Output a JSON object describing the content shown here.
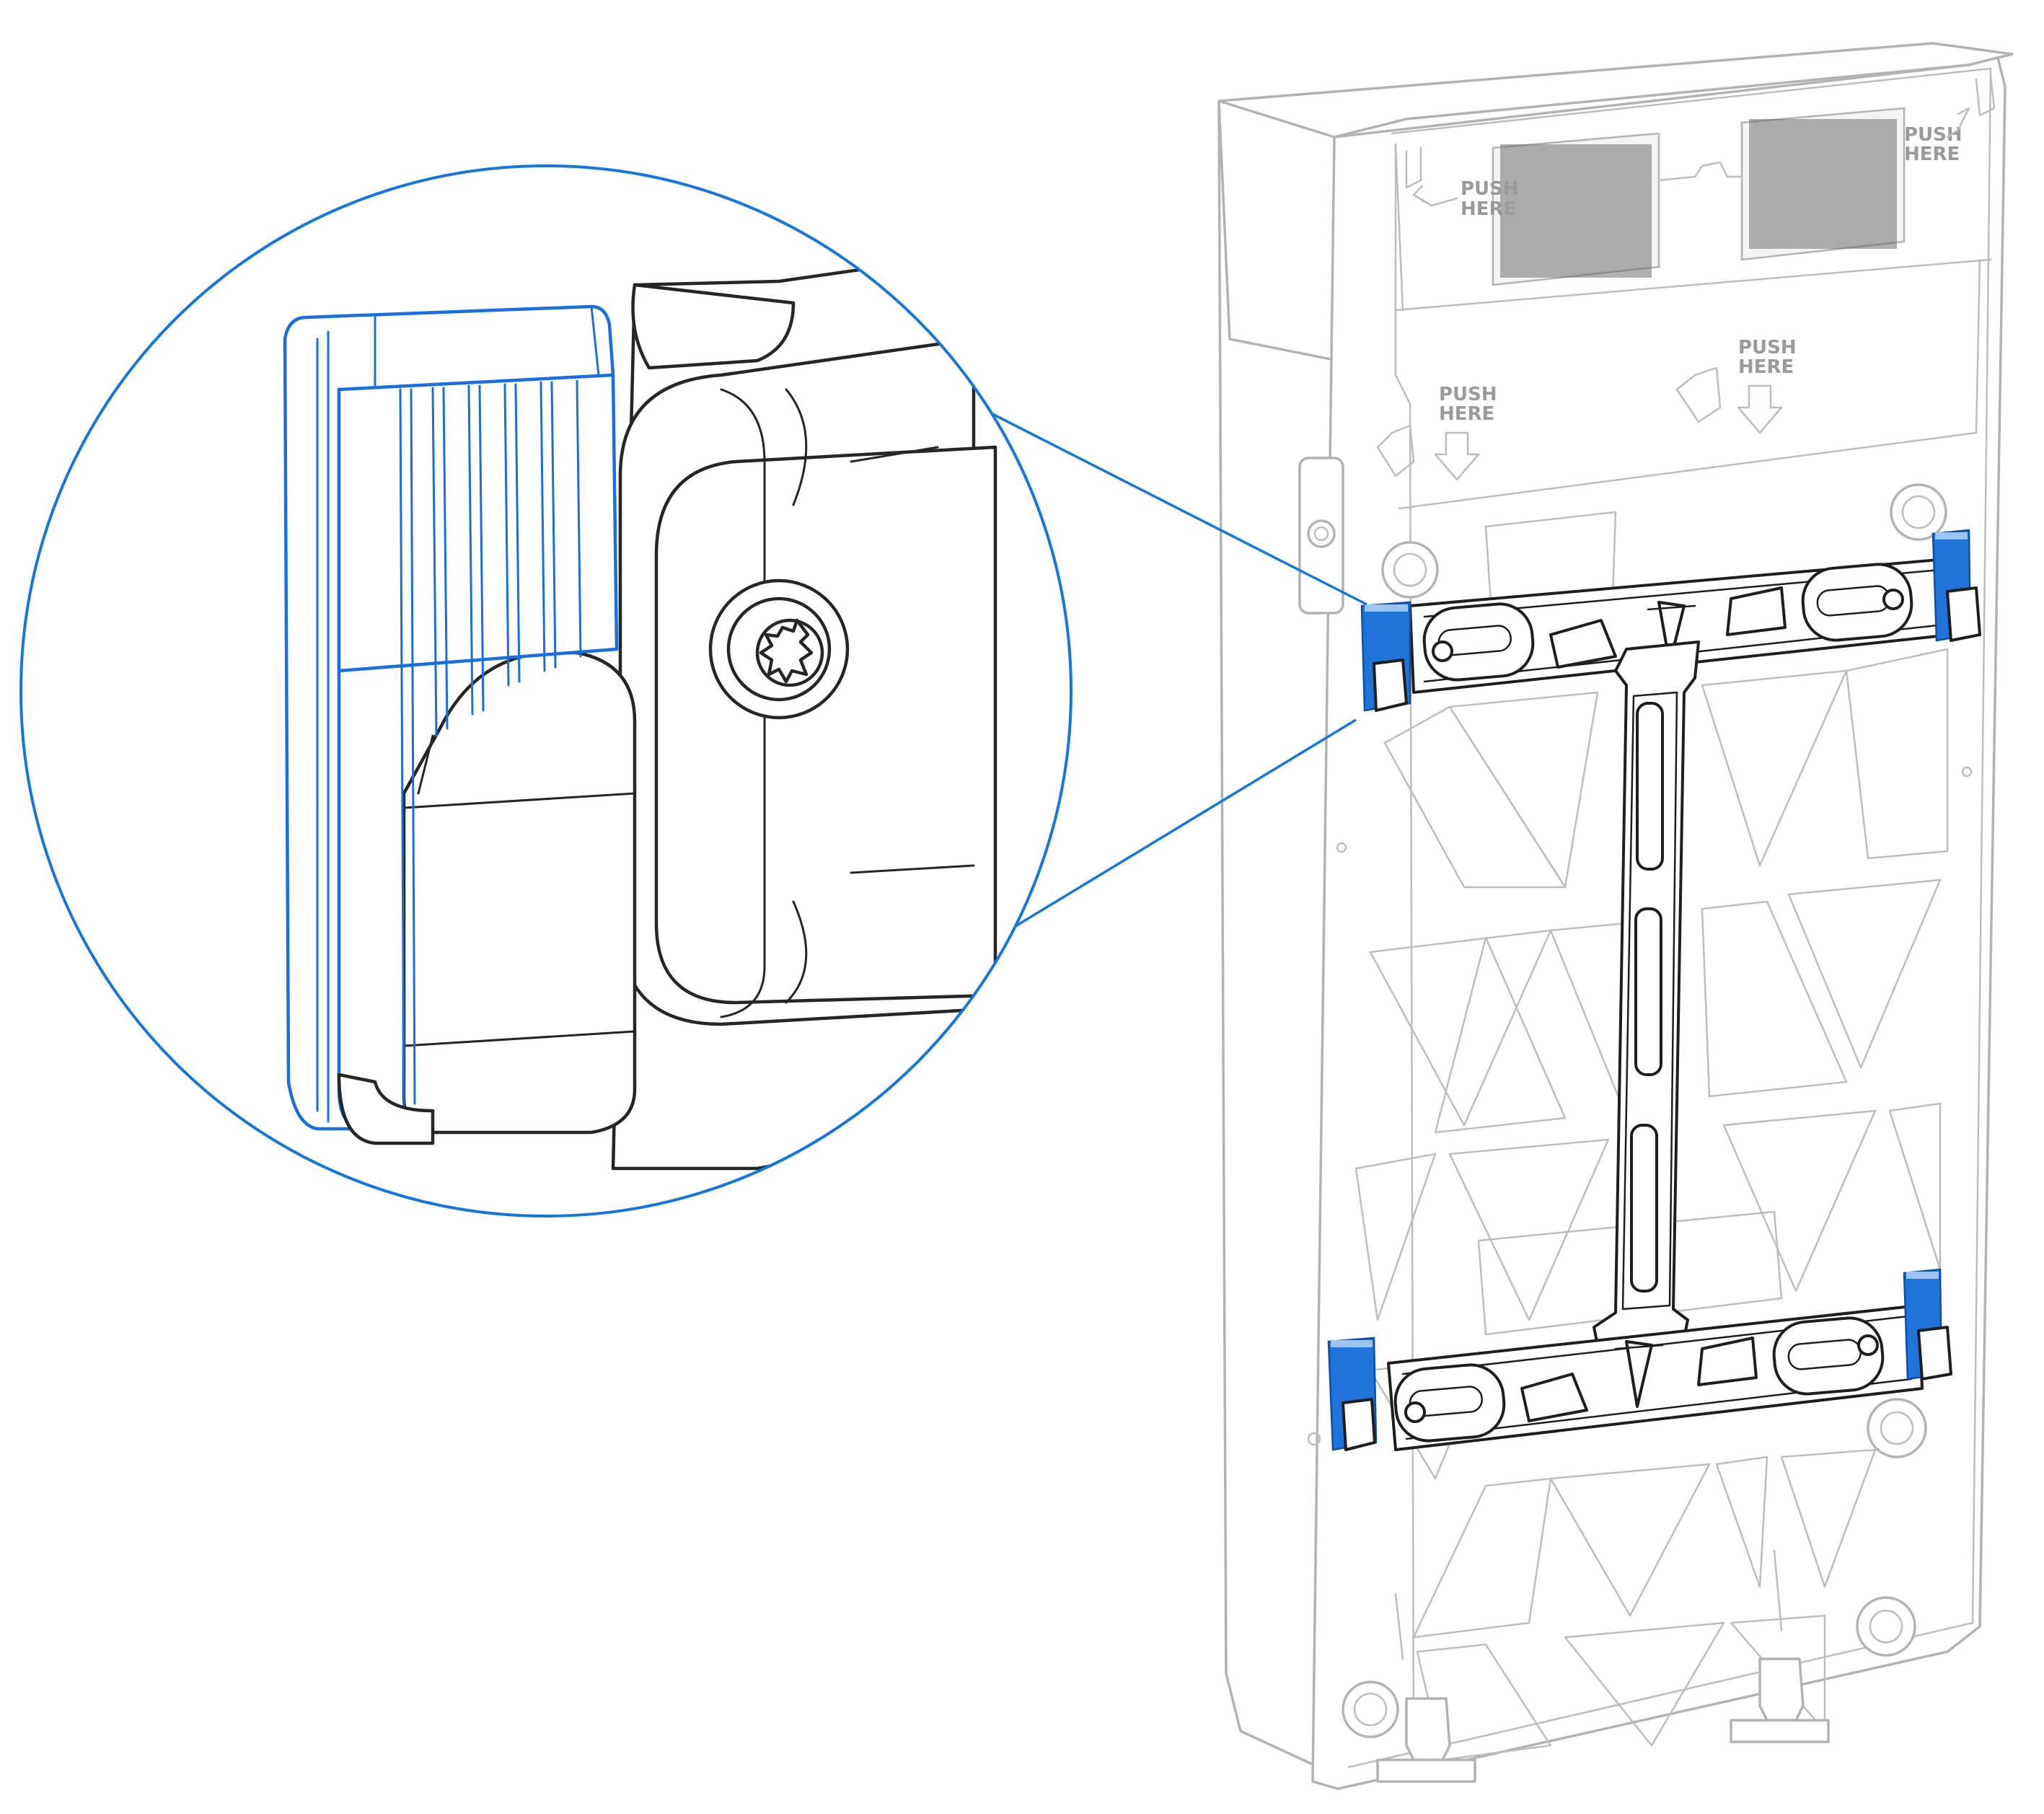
{
  "labels": {
    "push_here_top_left": [
      "PUSH",
      "HERE"
    ],
    "push_here_top_right": [
      "PUSH",
      "HERE"
    ],
    "push_here_mid_left": [
      "PUSH",
      "HERE"
    ],
    "push_here_mid_right": [
      "PUSH",
      "HERE"
    ]
  },
  "colors": {
    "highlight": "#1f73d9",
    "callout": "#1577db",
    "device_outline": "#b3b3b3",
    "bracket_outline": "#1e1e1e"
  },
  "icons": [
    "push-arrow-icon",
    "hand-push-icon",
    "down-arrow-icon"
  ]
}
